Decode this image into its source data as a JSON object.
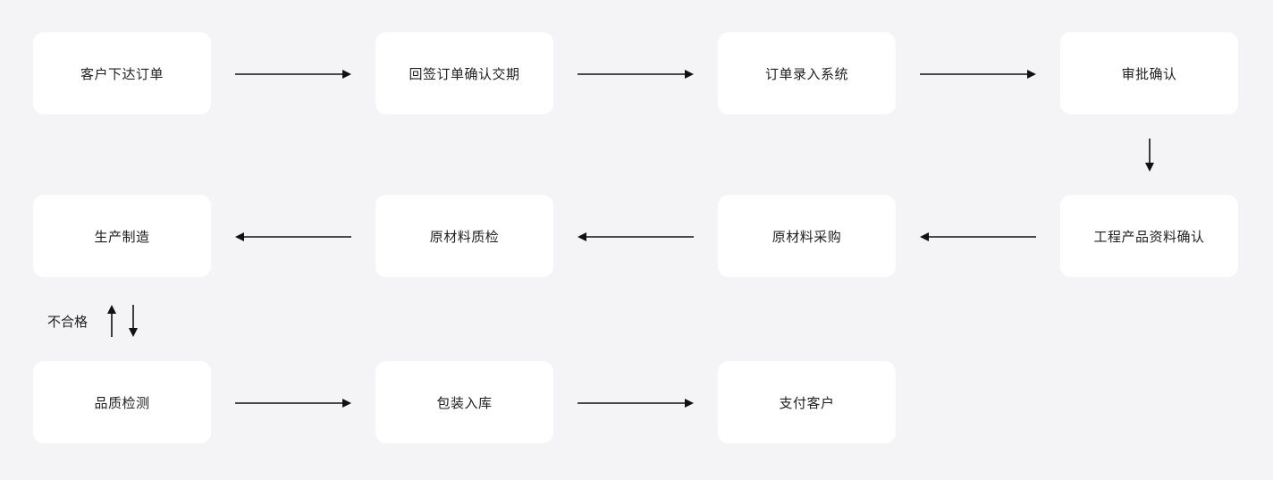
{
  "nodes": {
    "customer_order": "客户下达订单",
    "confirm_delivery": "回签订单确认交期",
    "order_entry": "订单录入系统",
    "approval": "审批确认",
    "engineering_confirm": "工程产品资料确认",
    "material_purchase": "原材料采购",
    "material_inspection": "原材料质检",
    "production": "生产制造",
    "quality_check": "品质检测",
    "packing_storage": "包装入库",
    "deliver_customer": "支付客户"
  },
  "labels": {
    "unqualified": "不合格"
  },
  "colors": {
    "background": "#f4f4f6",
    "node_fill": "#ffffff",
    "arrow": "#111111"
  }
}
